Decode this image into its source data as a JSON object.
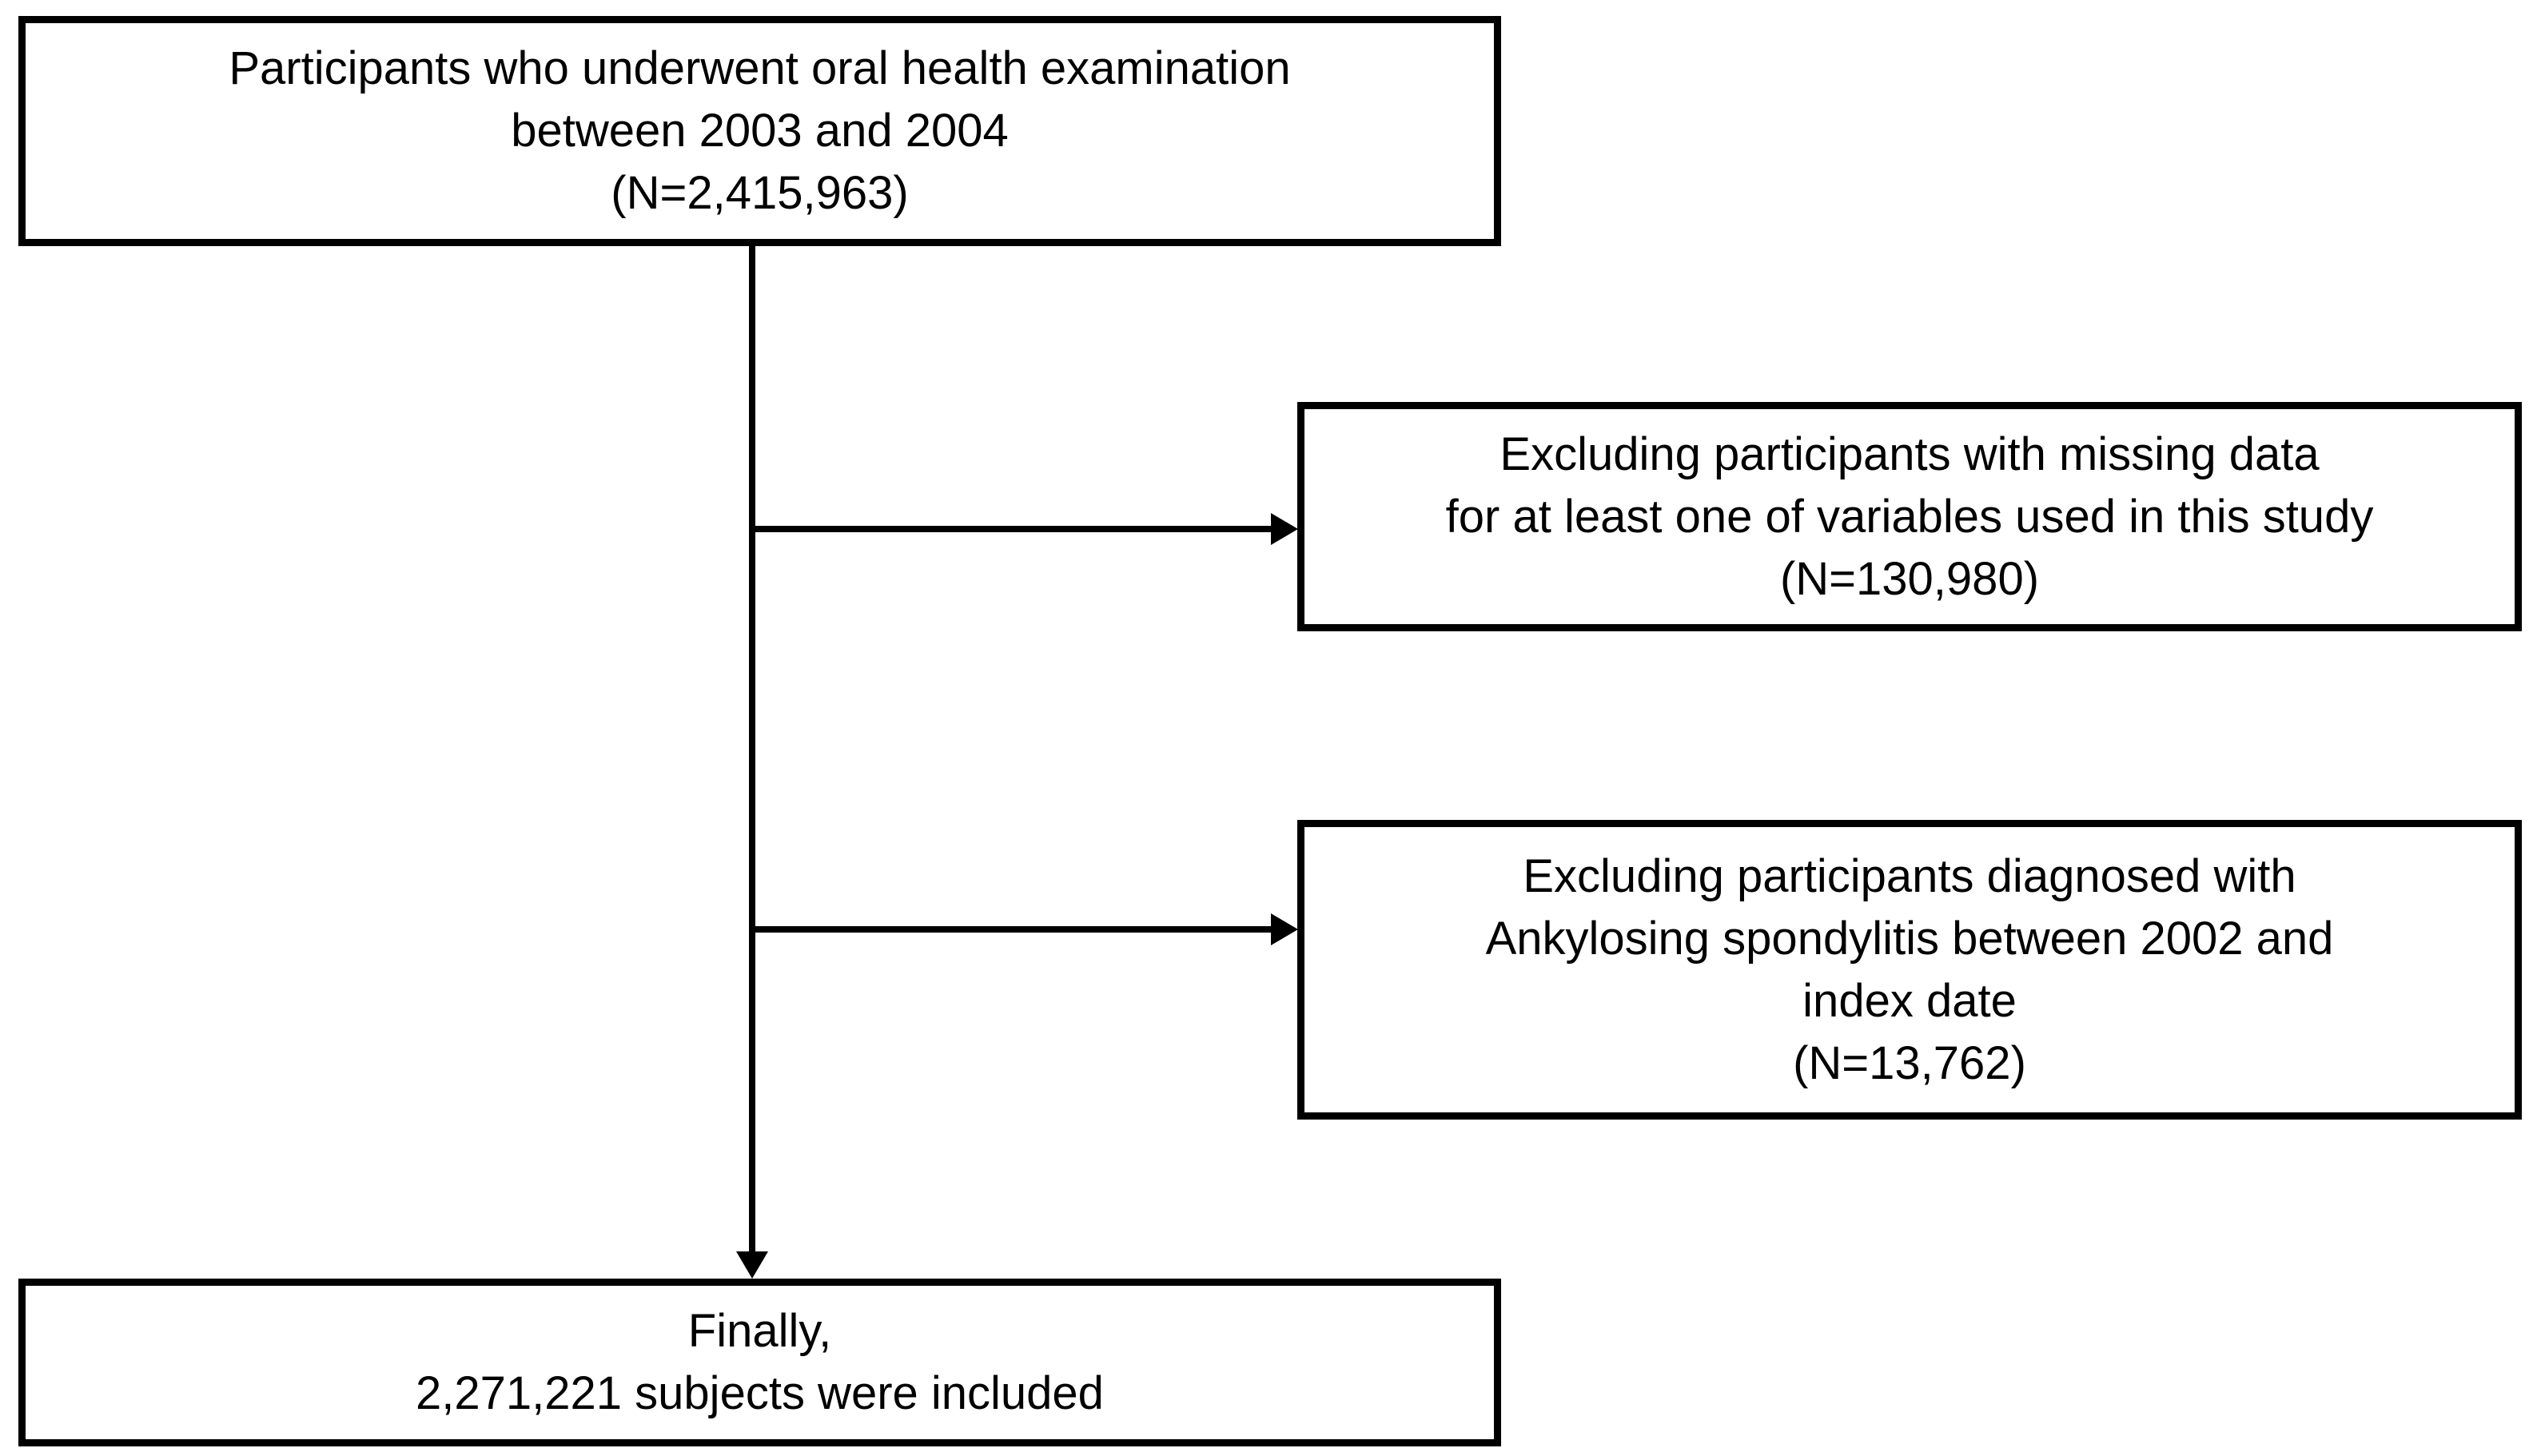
{
  "flowchart": {
    "source_box": {
      "line1": "Participants who underwent oral health examination",
      "line2": "between 2003 and 2004",
      "line3": "(N=2,415,963)"
    },
    "exclusion_missing_box": {
      "line1": "Excluding participants with missing data",
      "line2": "for at least one of variables used in this study",
      "line3": "(N=130,980)"
    },
    "exclusion_spondylitis_box": {
      "line1": "Excluding participants diagnosed with",
      "line2": "Ankylosing spondylitis between 2002 and",
      "line3": "index date",
      "line4": "(N=13,762)"
    },
    "final_box": {
      "line1": "Finally,",
      "line2": "2,271,221 subjects were included"
    },
    "colors": {
      "line": "#000000",
      "text": "#000000",
      "background": "#ffffff"
    }
  }
}
